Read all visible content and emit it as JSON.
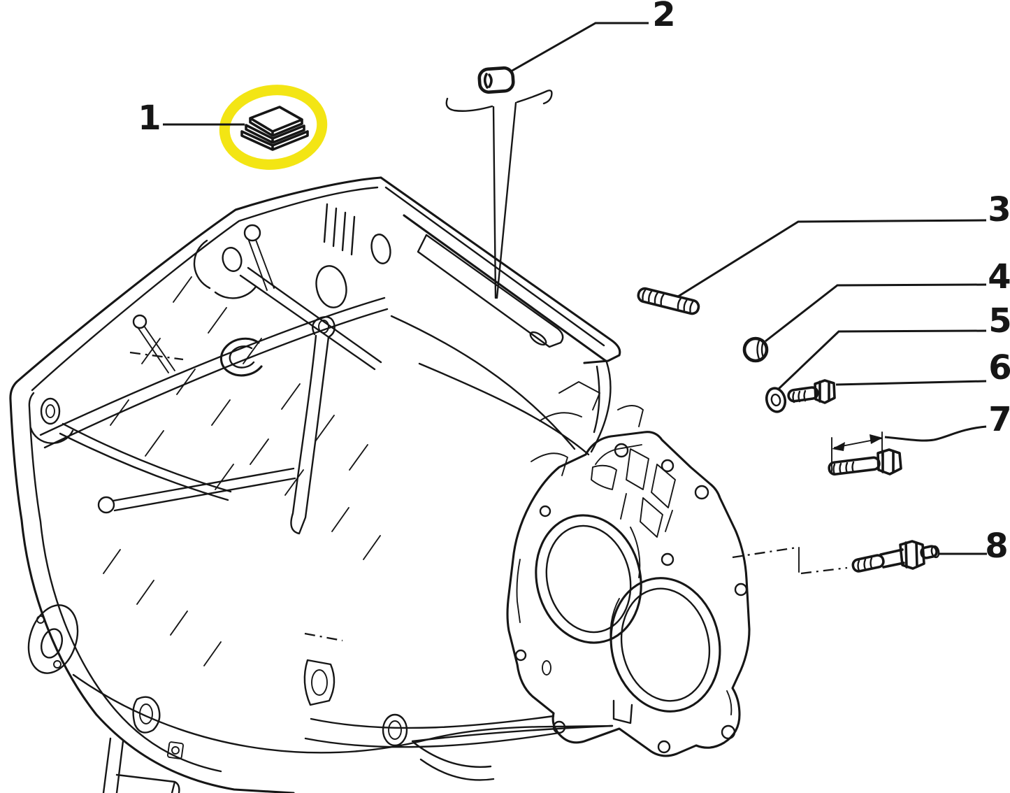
{
  "diagram": {
    "background_color": "#ffffff",
    "line_color": "#161616",
    "highlight": {
      "color": "#f3e514",
      "marked_callout": "1"
    },
    "callouts": [
      {
        "number": "1"
      },
      {
        "number": "2"
      },
      {
        "number": "3"
      },
      {
        "number": "4"
      },
      {
        "number": "5"
      },
      {
        "number": "6"
      },
      {
        "number": "7"
      },
      {
        "number": "8"
      }
    ]
  }
}
